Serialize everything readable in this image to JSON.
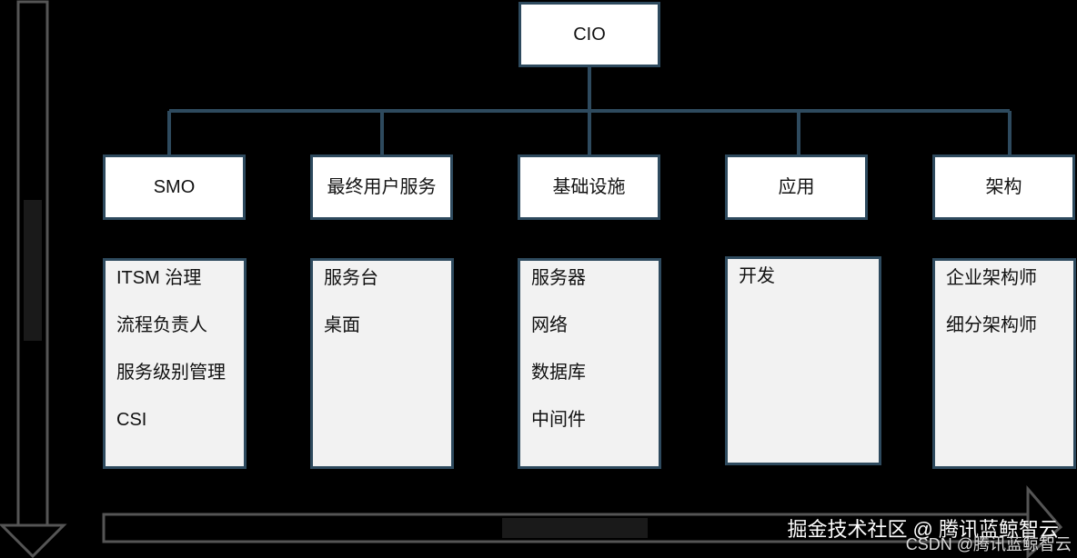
{
  "top": {
    "label": "CIO"
  },
  "departments": [
    {
      "label": "SMO",
      "items": [
        "ITSM 治理",
        "流程负责人",
        "服务级别管理",
        "CSI"
      ]
    },
    {
      "label": "最终用户服务",
      "items": [
        "服务台",
        "桌面"
      ]
    },
    {
      "label": "基础设施",
      "items": [
        "服务器",
        "网络",
        "数据库",
        "中间件"
      ]
    },
    {
      "label": "应用",
      "items": [
        "开发"
      ]
    },
    {
      "label": "架构",
      "items": [
        "企业架构师",
        "细分架构师"
      ]
    }
  ],
  "watermark": {
    "line1": "掘金技术社区 @ 腾讯蓝鲸智云",
    "line2": "CSDN @腾讯蓝鲸智云"
  },
  "colors": {
    "box_border": "#2e4a5e",
    "connector": "#2e4a5e",
    "detail_fill": "#f2f2f2"
  }
}
